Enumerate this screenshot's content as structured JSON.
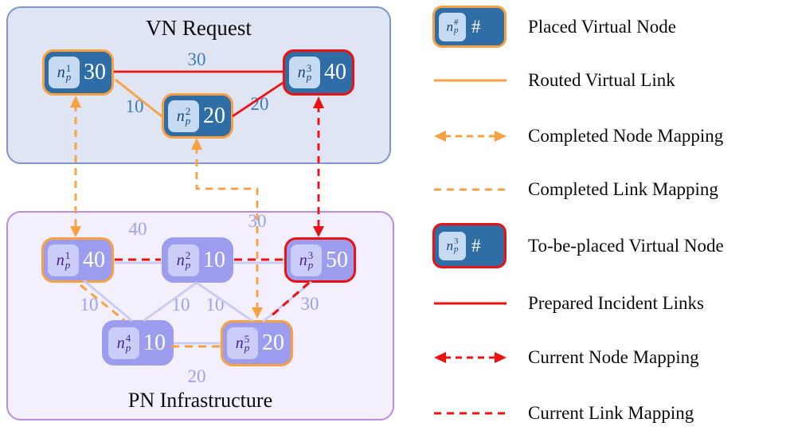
{
  "vn": {
    "title": "VN Request",
    "nodes": [
      {
        "base": "n",
        "sub": "p",
        "sup": "1",
        "value": "30",
        "state": "placed"
      },
      {
        "base": "n",
        "sub": "p",
        "sup": "2",
        "value": "20",
        "state": "placed"
      },
      {
        "base": "n",
        "sub": "p",
        "sup": "3",
        "value": "40",
        "state": "to-be-placed"
      }
    ],
    "links": [
      {
        "from": "n_p^1",
        "to": "n_p^3",
        "bandwidth": "30",
        "style": "prepared-incident-link"
      },
      {
        "from": "n_p^1",
        "to": "n_p^2",
        "bandwidth": "10",
        "style": "routed-virtual-link"
      },
      {
        "from": "n_p^2",
        "to": "n_p^3",
        "bandwidth": "20",
        "style": "prepared-incident-link"
      }
    ]
  },
  "pn": {
    "title": "PN Infrastructure",
    "nodes": [
      {
        "base": "n",
        "sub": "p",
        "sup": "1",
        "value": "40",
        "state": "placed"
      },
      {
        "base": "n",
        "sub": "p",
        "sup": "2",
        "value": "10",
        "state": "plain"
      },
      {
        "base": "n",
        "sub": "p",
        "sup": "3",
        "value": "50",
        "state": "to-be-placed"
      },
      {
        "base": "n",
        "sub": "p",
        "sup": "4",
        "value": "10",
        "state": "plain"
      },
      {
        "base": "n",
        "sub": "p",
        "sup": "5",
        "value": "20",
        "state": "placed"
      }
    ],
    "links": [
      {
        "from": "n_p^1",
        "to": "n_p^2",
        "bandwidth": "40",
        "overlay": "current-link-mapping"
      },
      {
        "from": "n_p^2",
        "to": "n_p^3",
        "bandwidth": "30",
        "overlay": "current-link-mapping"
      },
      {
        "from": "n_p^1",
        "to": "n_p^4",
        "bandwidth": "10",
        "overlay": "completed-link-mapping"
      },
      {
        "from": "n_p^2",
        "to": "n_p^4",
        "bandwidth": "10",
        "overlay": "none"
      },
      {
        "from": "n_p^2",
        "to": "n_p^5",
        "bandwidth": "10",
        "overlay": "none"
      },
      {
        "from": "n_p^3",
        "to": "n_p^5",
        "bandwidth": "30",
        "overlay": "current-link-mapping"
      },
      {
        "from": "n_p^4",
        "to": "n_p^5",
        "bandwidth": "20",
        "overlay": "completed-link-mapping"
      }
    ]
  },
  "mappings": [
    {
      "from": "vn n_p^1",
      "to": "pn n_p^1",
      "type": "completed-node-mapping"
    },
    {
      "from": "vn n_p^2",
      "to": "pn n_p^5",
      "type": "completed-node-mapping"
    },
    {
      "from": "vn n_p^3",
      "to": "pn n_p^3",
      "type": "current-node-mapping"
    }
  ],
  "legend": {
    "items": [
      {
        "label": "Placed Virtual Node",
        "swatch": "node-placed",
        "chip_base": "n",
        "chip_sub": "p",
        "chip_sup": "#",
        "chip_value": "#"
      },
      {
        "label": "Routed Virtual Link",
        "swatch": "orange-solid-line"
      },
      {
        "label": "Completed Node Mapping",
        "swatch": "orange-dashed-double-arrow"
      },
      {
        "label": "Completed Link Mapping",
        "swatch": "orange-dashed-line"
      },
      {
        "label": "To-be-placed Virtual Node",
        "swatch": "node-to-be-placed",
        "chip_base": "n",
        "chip_sub": "p",
        "chip_sup": "3",
        "chip_value": "#"
      },
      {
        "label": "Prepared Incident Links",
        "swatch": "red-solid-line"
      },
      {
        "label": "Current Node Mapping",
        "swatch": "red-dashed-double-arrow"
      },
      {
        "label": "Current Link Mapping",
        "swatch": "red-dashed-line"
      }
    ]
  },
  "colors": {
    "orange": "#F7A143",
    "red": "#EE1111",
    "vn_panel_bg": "#DFE5F3",
    "vn_panel_border": "#8096C6",
    "vn_node": "#2E6DA6",
    "vn_chip": "#C6DAF1",
    "vn_link_label": "#3E7BB9",
    "pn_panel_bg": "#F3EFFC",
    "pn_panel_border": "#BA8BE2",
    "pn_node": "#9D9DEF",
    "pn_chip": "#CCCCF9",
    "pn_link": "#C8CCF2",
    "pn_link_label": "#9CA3ED"
  }
}
